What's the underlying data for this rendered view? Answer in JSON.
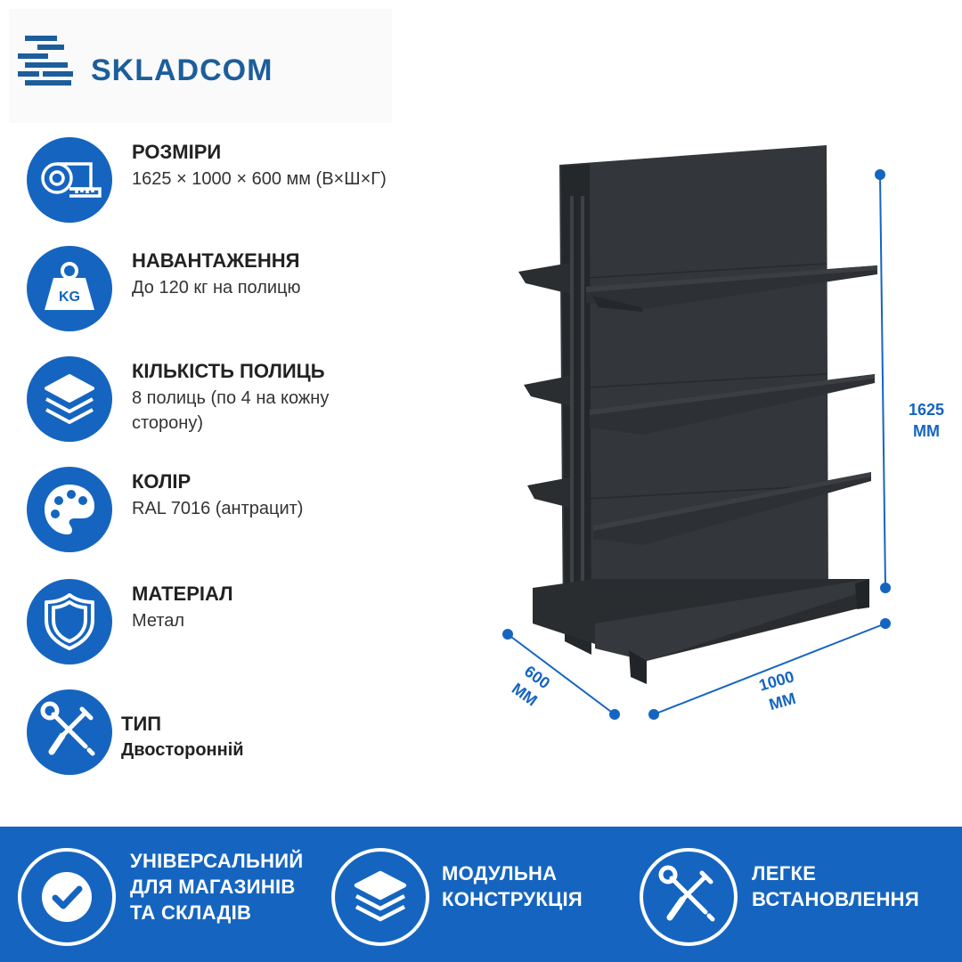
{
  "brand": {
    "name": "SKLADCOM"
  },
  "features": [
    {
      "title": "РОЗМІРИ",
      "desc": "1625 × 1000 × 600 мм (В×Ш×Г)",
      "icon": "tape-measure-icon"
    },
    {
      "title": "НАВАНТАЖЕННЯ",
      "desc": "До 120 кг на полицю",
      "icon": "kg-weight-icon"
    },
    {
      "title": "КІЛЬКІСТЬ ПОЛИЦЬ",
      "desc": "8 полиць (по 4 на кожну сторону)",
      "icon": "layers-icon"
    },
    {
      "title": "КОЛІР",
      "desc": "RAL 7016 (антрацит)",
      "icon": "palette-icon"
    },
    {
      "title": "МАТЕРІАЛ",
      "desc": "Метал",
      "icon": "shield-icon"
    },
    {
      "title": "ТИП",
      "desc": "Двосторонній",
      "icon": "tools-icon"
    }
  ],
  "dimensions": {
    "height_value": "1625",
    "height_unit": "MM",
    "width_value": "1000",
    "width_unit": "MM",
    "depth_value": "600",
    "depth_unit": "MM"
  },
  "footer": [
    {
      "lines": [
        "УНІВЕРСАЛЬНИЙ",
        "ДЛЯ МАГАЗИНІВ",
        "ТА СКЛАДІВ"
      ],
      "icon": "checkmark-icon"
    },
    {
      "lines": [
        "МОДУЛЬНА",
        "КОНСТРУКЦІЯ"
      ],
      "icon": "layers-icon"
    },
    {
      "lines": [
        "ЛЕГКЕ",
        "ВСТАНОВЛЕННЯ"
      ],
      "icon": "tools-icon"
    }
  ],
  "colors": {
    "brand_blue": "#1565c0",
    "rack_color": "#2c2f33",
    "background": "#ffffff"
  }
}
